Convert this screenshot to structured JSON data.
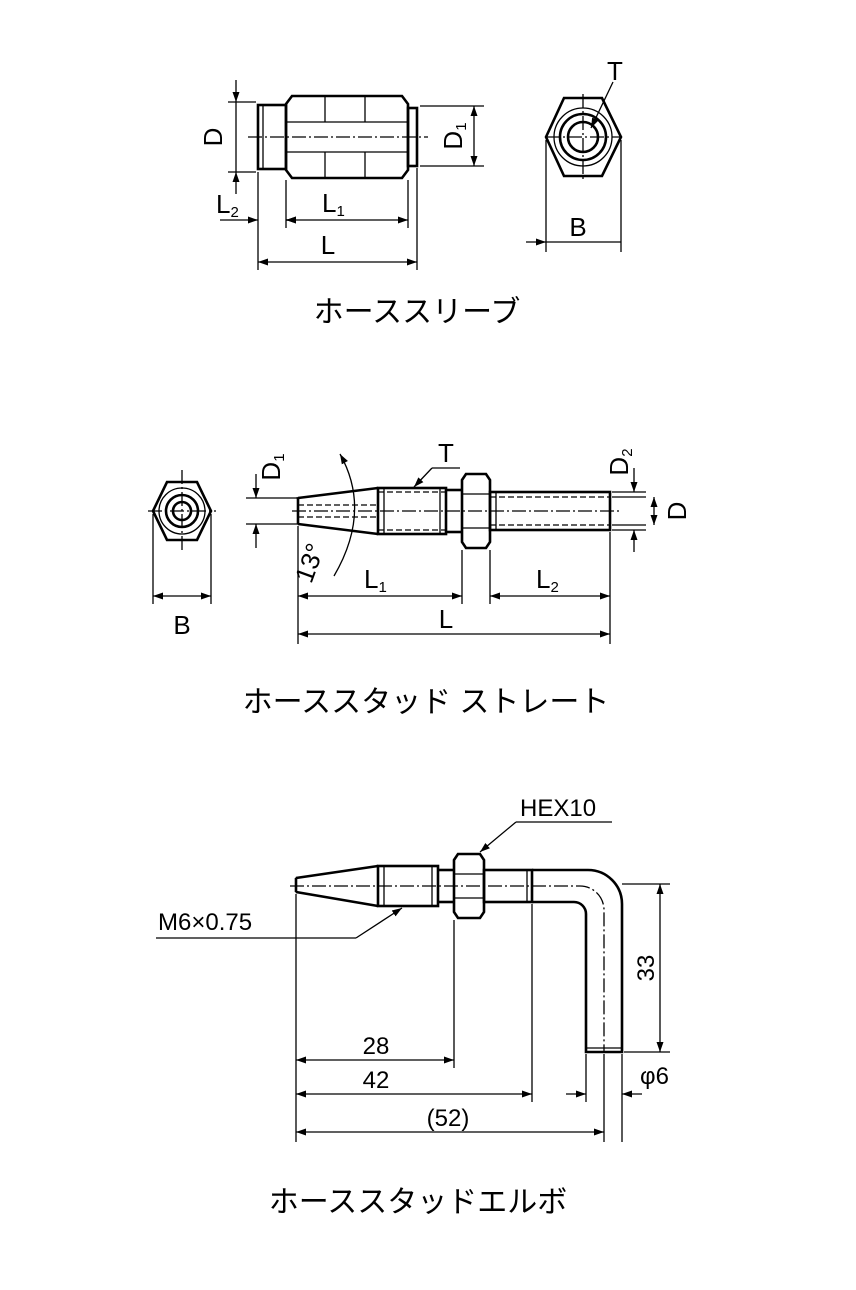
{
  "hose_sleeve": {
    "caption": "ホーススリーブ",
    "dims": {
      "d": "D",
      "d1": "D",
      "d1_sub": "1",
      "l": "L",
      "l1": "L",
      "l1_sub": "1",
      "l2": "L",
      "l2_sub": "2",
      "b": "B",
      "t": "T"
    }
  },
  "hose_stud_straight": {
    "caption": "ホーススタッド ストレート",
    "dims": {
      "d": "D",
      "d1": "D",
      "d1_sub": "1",
      "d2": "D",
      "d2_sub": "2",
      "l": "L",
      "l1": "L",
      "l1_sub": "1",
      "l2": "L",
      "l2_sub": "2",
      "b": "B",
      "t": "T",
      "angle": "13°"
    }
  },
  "hose_stud_elbow": {
    "caption": "ホーススタッドエルボ",
    "dims": {
      "hex": "HEX10",
      "thread": "M6×0.75",
      "len_28": "28",
      "len_42": "42",
      "len_52": "(52)",
      "height_33": "33",
      "dia": "φ6"
    }
  }
}
